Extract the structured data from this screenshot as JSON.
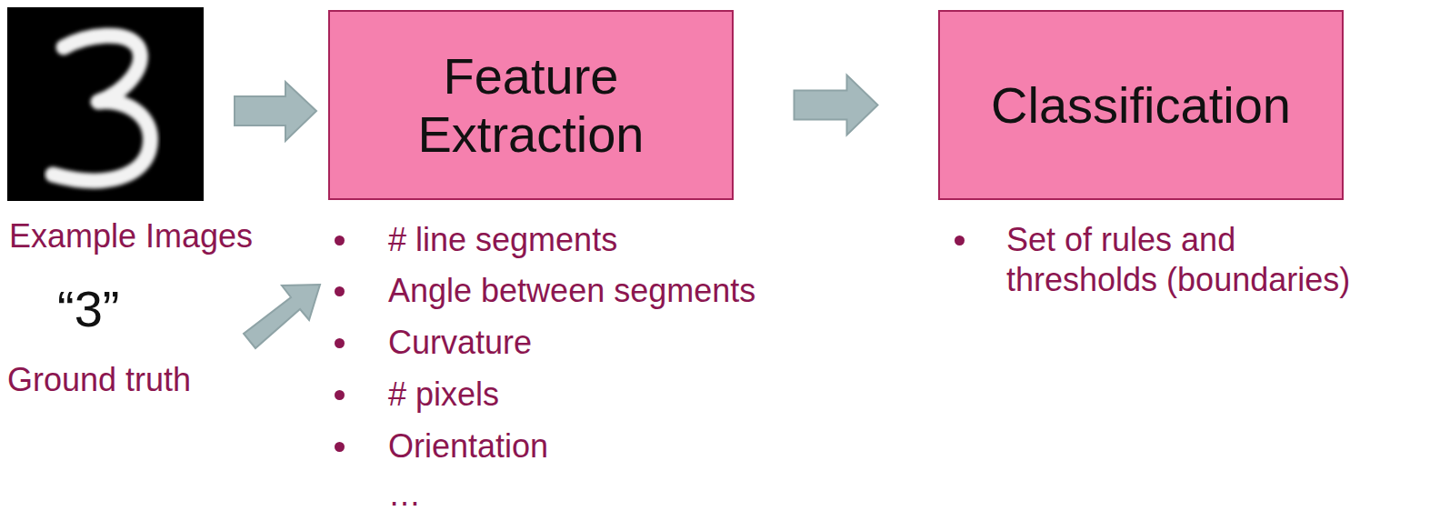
{
  "diagram": {
    "nodes": [
      {
        "text": [
          "Feature Extraction"
        ]
      },
      {
        "text": [
          "Classification"
        ]
      }
    ],
    "edges": [
      {
        "from": 0,
        "to": 1,
        "arrow": "to"
      }
    ],
    "labels": [
      "Example Images",
      "“3”",
      "Ground truth",
      "# line segments",
      "Angle between segments",
      "Curvature",
      "# pixels",
      "Orientation",
      "…",
      "Set of rules and thresholds (boundaries)"
    ]
  }
}
